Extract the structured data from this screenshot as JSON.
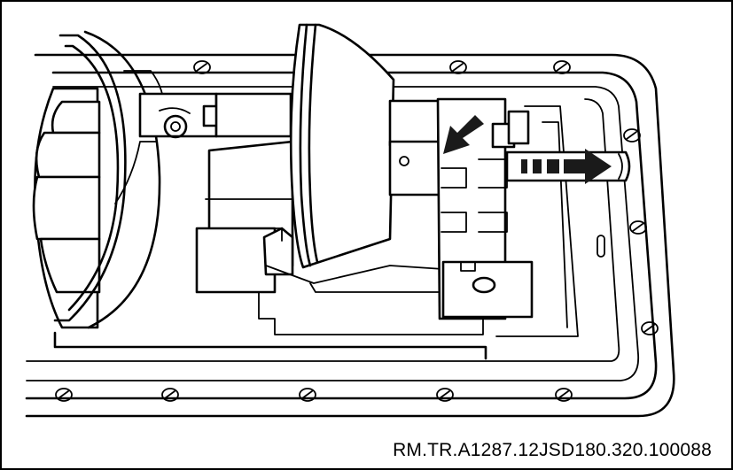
{
  "figure": {
    "reference_code": "RM.TR.A1287.12JSD180.320.100088",
    "line_color": "#000000",
    "background_color": "#ffffff",
    "arrow_color": "#1a1a1a",
    "arrows": [
      {
        "name": "push-down-left-arrow",
        "style": "solid",
        "direction": "down-left"
      },
      {
        "name": "slide-right-arrow",
        "style": "dashed-tail",
        "direction": "right"
      }
    ]
  }
}
